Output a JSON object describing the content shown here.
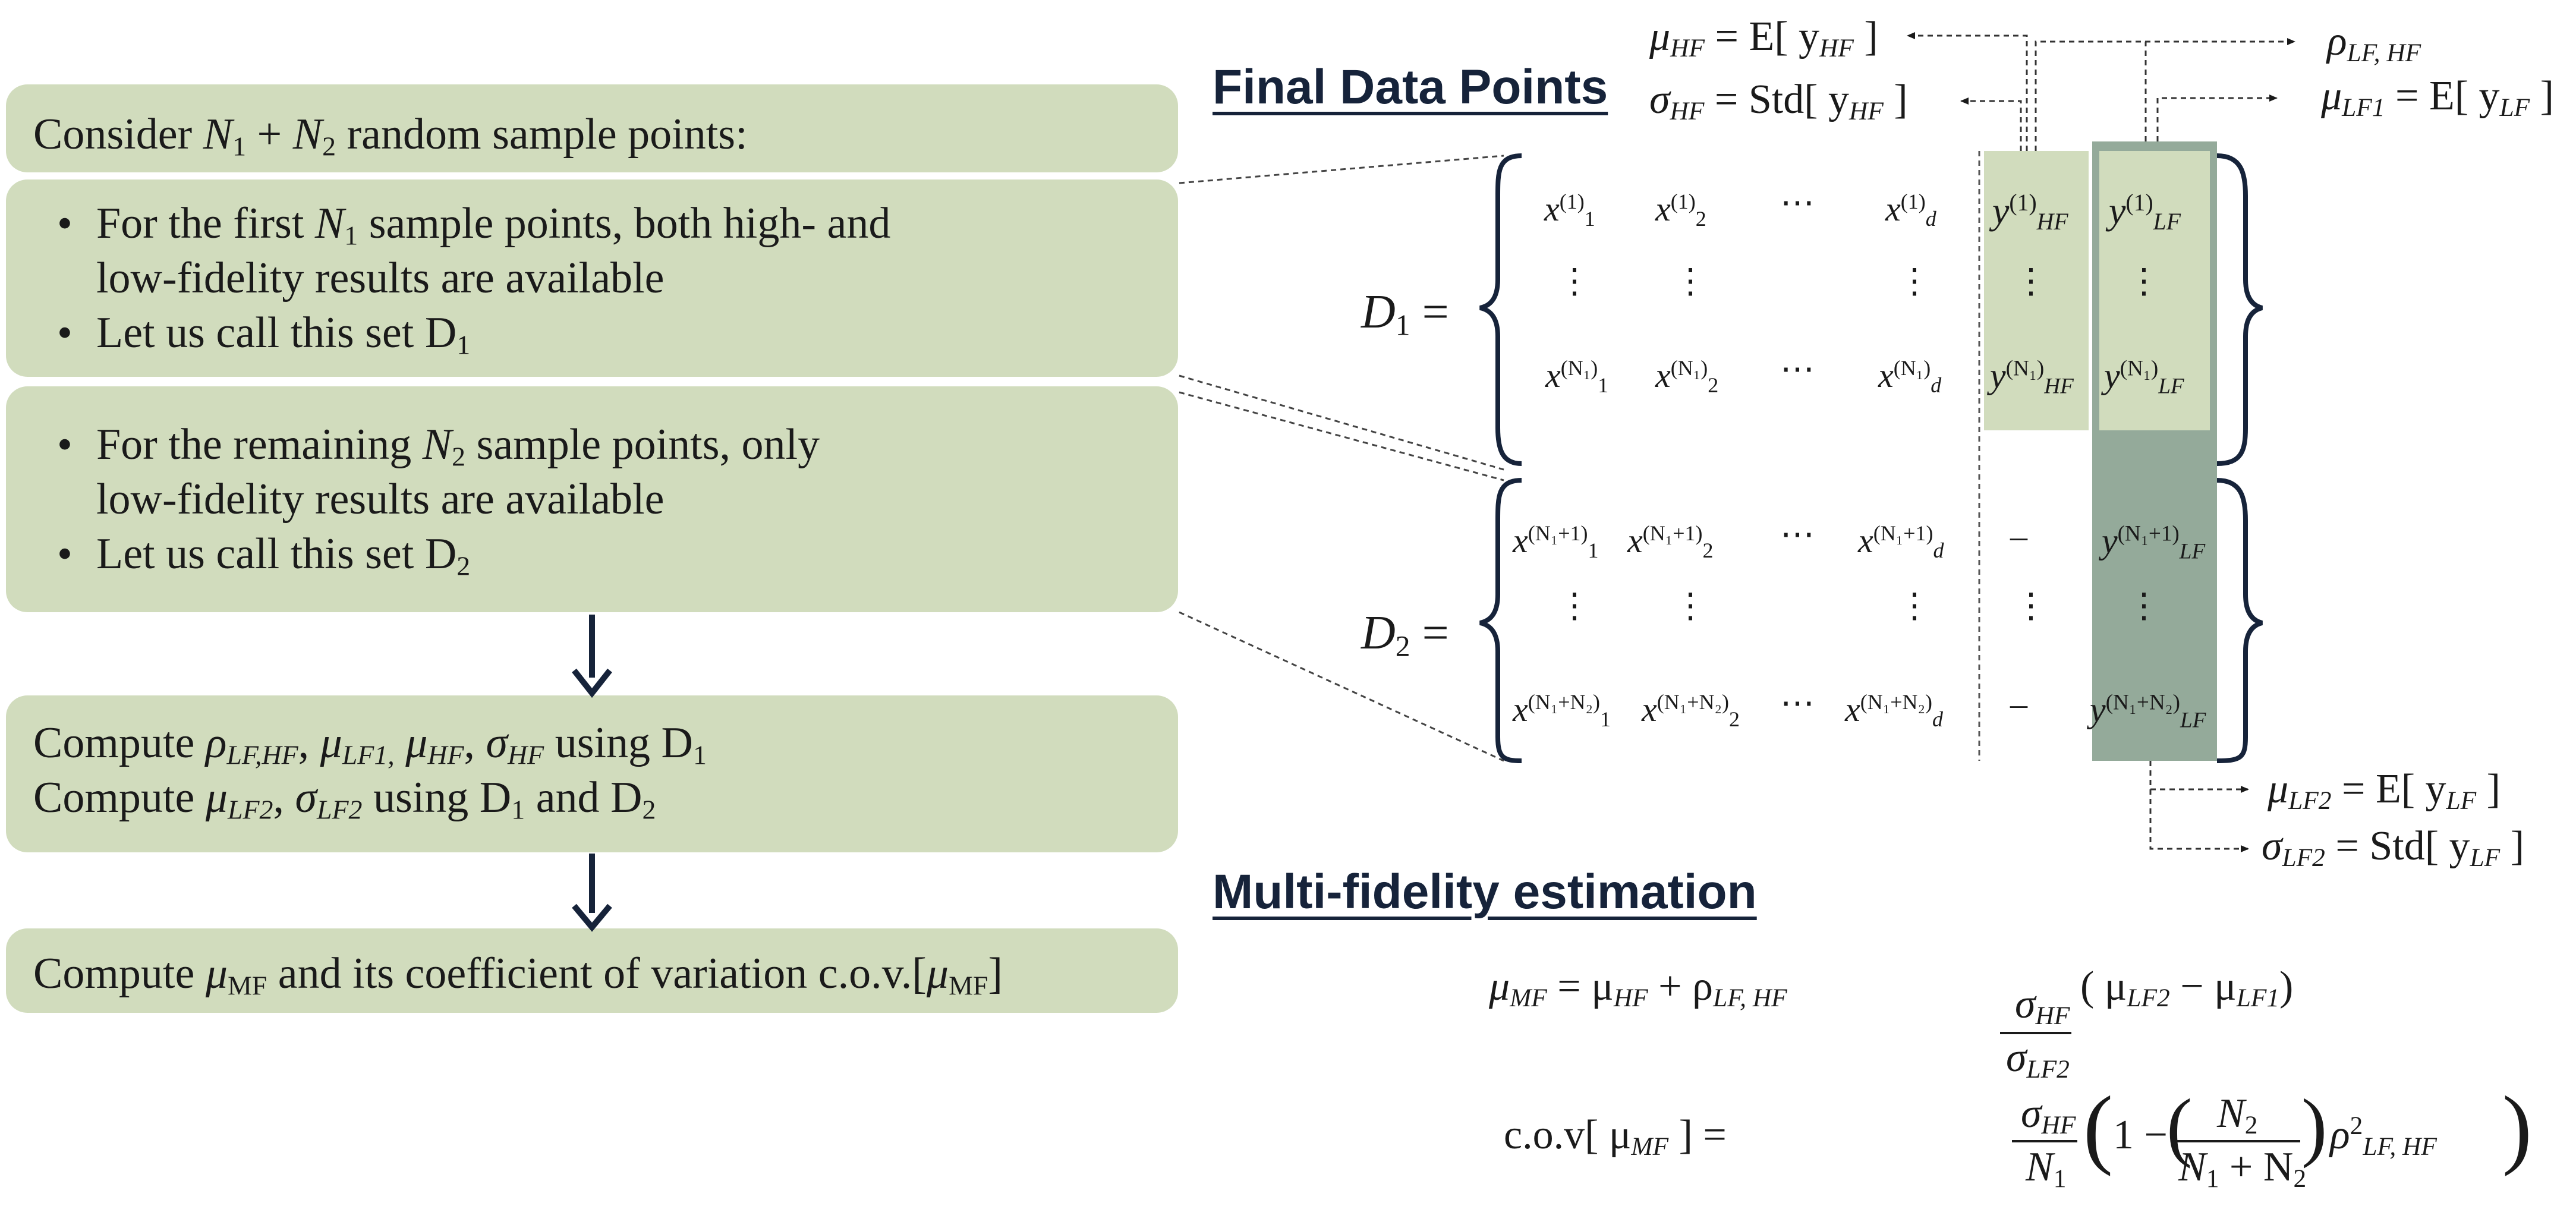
{
  "left_panel": {
    "box1": {
      "lead": "Consider ",
      "n1": "N",
      "plus": " + ",
      "n2": "N",
      "tail": " random sample points:"
    },
    "box2": {
      "bullet1_a": "For the first ",
      "bullet1_n": "N",
      "bullet1_b": " sample points, both high- and",
      "bullet1_cont": "low-fidelity results are available",
      "bullet2": "Let us call this set D"
    },
    "box3": {
      "bullet1_a": "For the remaining ",
      "bullet1_n": "N",
      "bullet1_b": " sample points, only",
      "bullet1_cont": "low-fidelity results are available",
      "bullet2": "Let us call this set D"
    },
    "box4": {
      "line1_a": "Compute ",
      "rho": "ρ",
      "rho_sub": "LF,HF",
      "mu1": "μ",
      "mu1_sub": "LF1,",
      "mu2": "μ",
      "mu2_sub": "HF",
      "sig": "σ",
      "sig_sub": "HF",
      "line1_b": " using D",
      "line2_a": "Compute ",
      "mu3": "μ",
      "mu3_sub": "LF2",
      "sig2": "σ",
      "sig2_sub": "LF2",
      "line2_b": " using D",
      "line2_c": " and D"
    },
    "box5": {
      "a": "Compute ",
      "mu": "μ",
      "mu_sub": "MF",
      "b": " and its coefficient of variation c.o.v.[",
      "mu2": "μ",
      "mu2_sub": "MF",
      "c": "]"
    }
  },
  "headings": {
    "final": "Final Data Points",
    "multi": "Multi-fidelity estimation"
  },
  "matrix": {
    "D1_label": "D",
    "D1_sub": "1",
    "D2_label": "D",
    "D2_sub": "2",
    "eq": "=",
    "dots_h": "⋯",
    "dots_v": "⋮",
    "dash": "–",
    "x": "x",
    "y": "y",
    "sub1": "1",
    "sub2": "2",
    "subd": "d",
    "subHF": "HF",
    "subLF": "LF",
    "sup_1": "(1)",
    "sup_N1": "(N₁)",
    "sup_N1p1": "(N₁+1)",
    "sup_N1N2": "(N₁+N₂)"
  },
  "stats": {
    "mu_hf": "μ",
    "mu_hf_sub": "HF",
    "mu_hf_rhs": "= E[ y",
    "mu_hf_rhs_sub": "HF",
    "sig_hf": "σ",
    "sig_hf_sub": "HF",
    "sig_hf_rhs": "= Std[ y",
    "sig_hf_rhs_sub": "HF",
    "rho": "ρ",
    "rho_sub": "LF, HF",
    "mu_lf1": "μ",
    "mu_lf1_sub": "LF1",
    "mu_lf1_rhs": "= E[ y",
    "mu_lf1_rhs_sub": "LF",
    "mu_lf2": "μ",
    "mu_lf2_sub": "LF2",
    "mu_lf2_rhs": "= E[ y",
    "mu_lf2_rhs_sub": "LF",
    "sig_lf2": "σ",
    "sig_lf2_sub": "LF2",
    "sig_lf2_rhs": "= Std[ y",
    "sig_lf2_rhs_sub": "LF",
    "close": "]"
  },
  "formulas": {
    "f1_lhs": "μ",
    "f1_lhs_sub": "MF",
    "f1_eq": "= μ",
    "f1_eq_sub": "HF",
    "f1_plus": "+ ρ",
    "f1_plus_sub": "LF, HF",
    "f1_num": "σ",
    "f1_num_sub": "HF",
    "f1_den": "σ",
    "f1_den_sub": "LF2",
    "f1_paren": "( μ",
    "f1_paren_sub": "LF2",
    "f1_minus": "− μ",
    "f1_minus_sub": "LF1",
    "f1_close": ")",
    "f2_lhs": "c.o.v[ μ",
    "f2_lhs_sub": "MF",
    "f2_eq": "] =",
    "f2_num": "σ",
    "f2_num_sub": "HF",
    "f2_den": "N",
    "f2_den_sub": "1",
    "f2_one": "1 −",
    "f2_n2": "N",
    "f2_n2_sub": "2",
    "f2_n1": "N",
    "f2_n1_sub": "1",
    "f2_plus": "+ N",
    "f2_plus_sub": "2",
    "f2_rho": "ρ",
    "f2_rho_sup": "2",
    "f2_rho_sub": "LF, HF"
  },
  "colors": {
    "box": "#d1dcbd",
    "arrow": "#16233a",
    "dark_col": "#94aa9a",
    "light_col": "#d1dcbd",
    "text": "#1a1a1a"
  }
}
